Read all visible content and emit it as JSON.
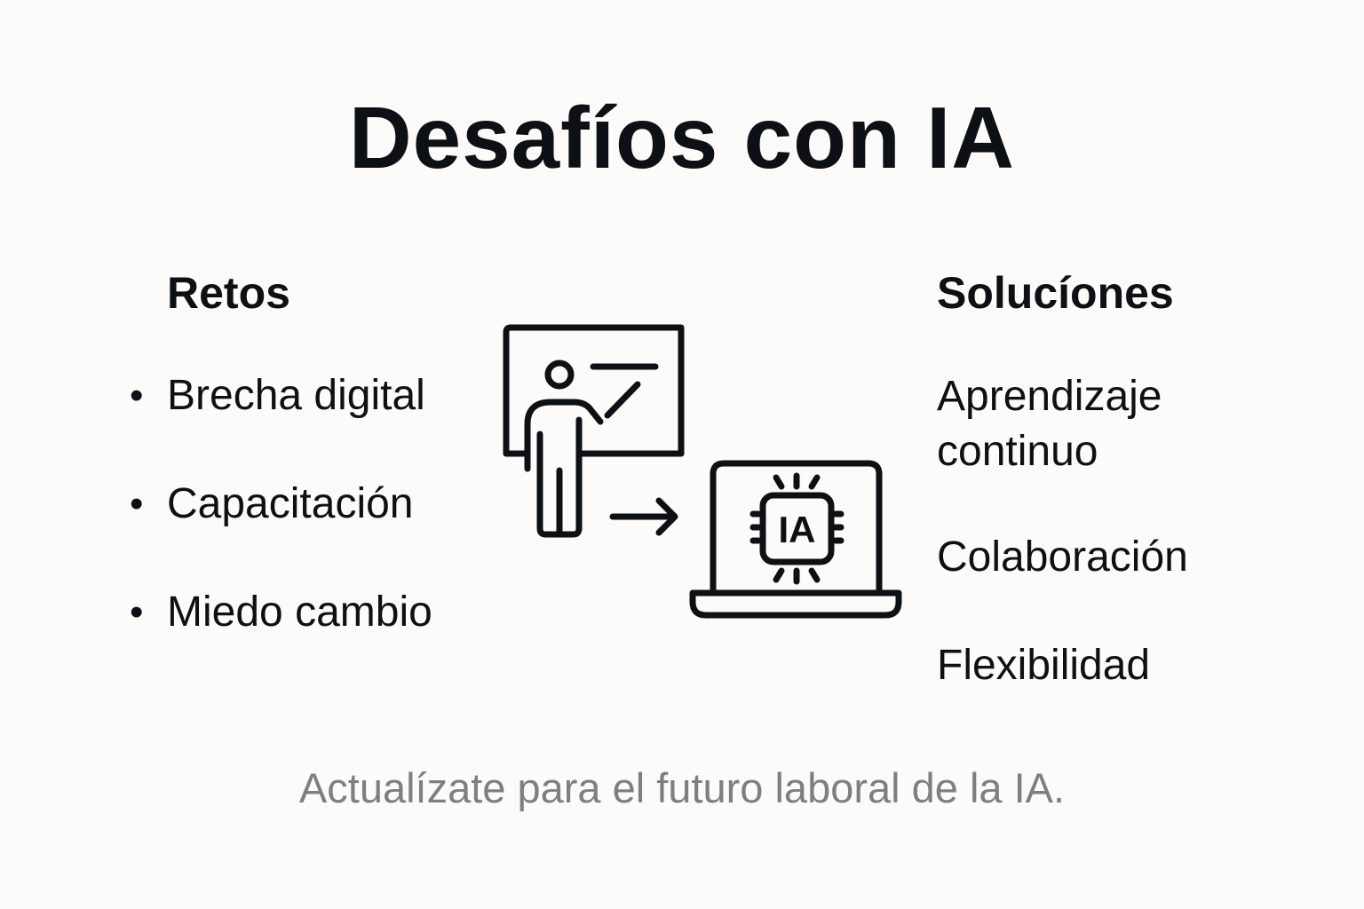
{
  "title": "Desafíos con IA",
  "retos": {
    "heading": "Retos",
    "items": [
      "Brecha digital",
      "Capacitación",
      "Miedo cambio"
    ],
    "bullet": "•"
  },
  "soluciones": {
    "heading": "Solucíones",
    "items": [
      "Aprendizaje continuo",
      "Colaboración",
      "Flexibilidad"
    ]
  },
  "illustration": {
    "teacher_icon": "teacher-at-whiteboard-icon",
    "arrow_icon": "arrow-right-icon",
    "laptop_icon": "laptop-icon",
    "chip_icon": "ai-chip-icon",
    "chip_label": "IA"
  },
  "footer": "Actualízate para el futuro laboral de la IA.",
  "colors": {
    "background": "#fcfbf9",
    "text": "#0d1014",
    "muted": "#7d8083"
  }
}
